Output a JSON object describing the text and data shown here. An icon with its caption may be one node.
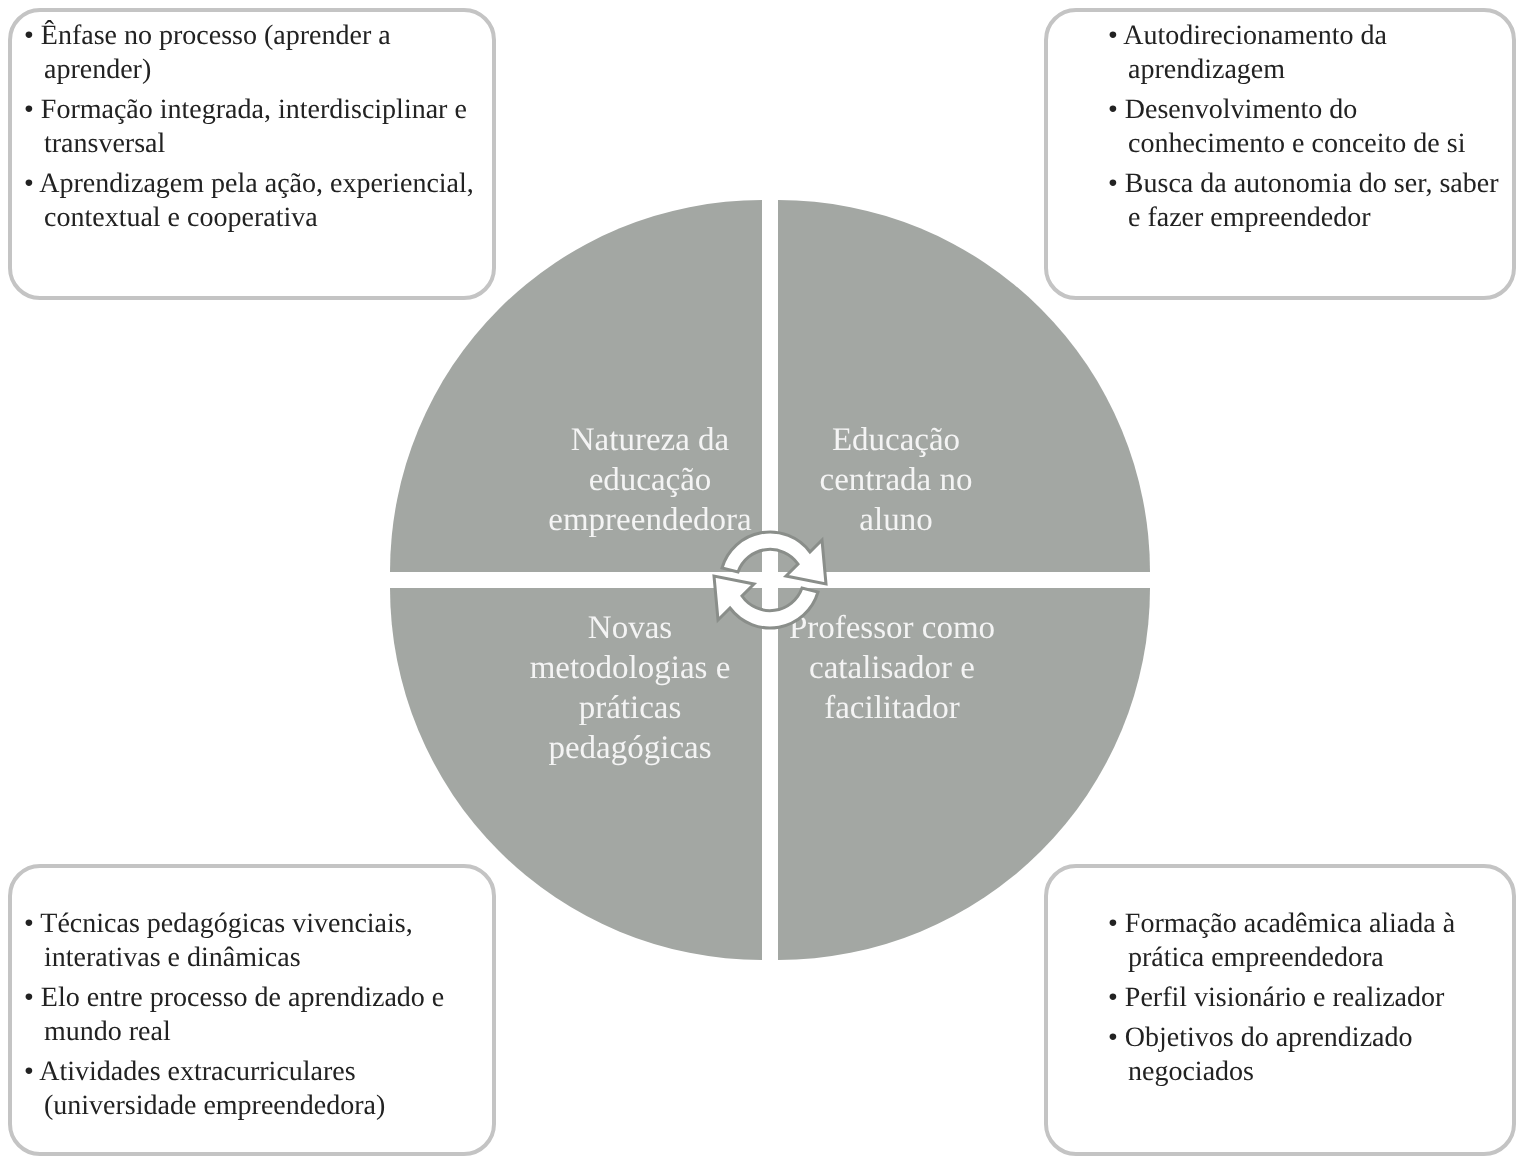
{
  "diagram": {
    "nodes": [
      {
        "text": [
          "• Ênfase no processo (aprender a aprender)",
          "• Formação integrada, interdisciplinar e transversal",
          "• Aprendizagem pela ação, experiencial, contextual e cooperativa"
        ]
      },
      {
        "text": [
          "• Autodirecionamento da aprendizagem",
          "• Desenvolvimento do conhecimento e conceito de si",
          "• Busca da autonomia do ser, saber e fazer empreendedor"
        ]
      },
      {
        "text": [
          "Natureza da educação empreendedora"
        ]
      },
      {
        "text": [
          "Educação centrada no aluno"
        ]
      },
      {
        "text": [
          "Novas metodologias e práticas pedagógicas"
        ]
      },
      {
        "text": [
          "Professor como catalisador e facilitador"
        ]
      },
      {
        "text": [
          "• Técnicas pedagógicas vivenciais, interativas e dinâmicas",
          "• Elo entre processo de aprendizado e mundo real",
          "• Atividades extracurriculares (universidade empreendedora)"
        ]
      },
      {
        "text": [
          "• Formação acadêmica aliada à prática empreendedora",
          "• Perfil visionário e realizador",
          "• Objetivos do aprendizado negociados"
        ]
      }
    ]
  }
}
